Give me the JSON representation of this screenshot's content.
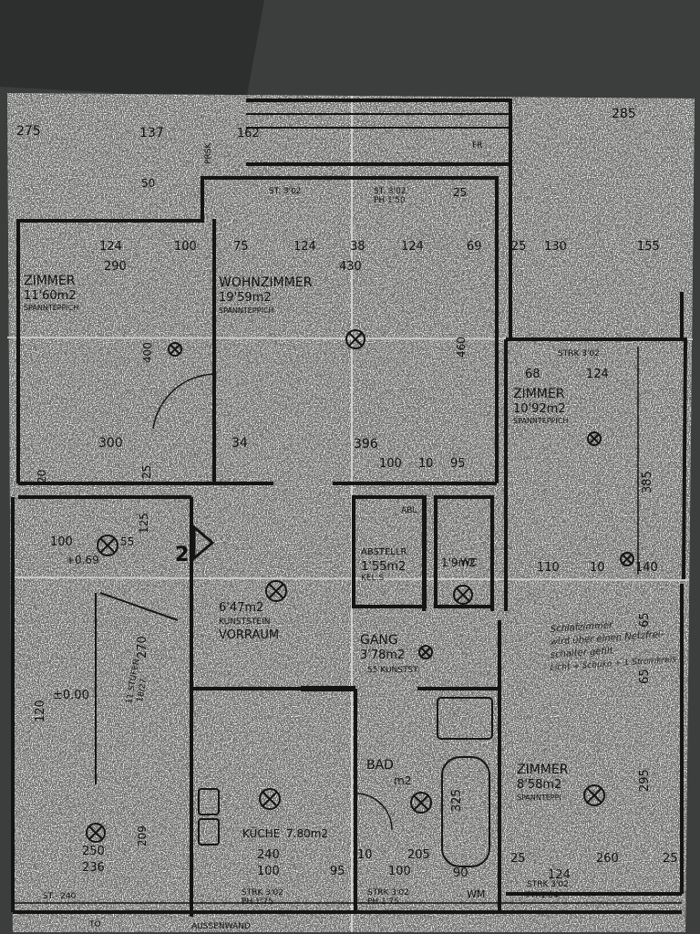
{
  "plan": {
    "rooms": [
      {
        "key": "zimmer_left",
        "name": "ZIMMER",
        "area": "11'60m2",
        "floor": "SPANNTEPPICH"
      },
      {
        "key": "wohnzimmer",
        "name": "WOHNZIMMER",
        "area": "19'59m2",
        "floor": "SPANNTEPPICH"
      },
      {
        "key": "zimmer_right",
        "name": "ZIMMER",
        "area": "10'92m2",
        "floor": "SPANNTEPPICH"
      },
      {
        "key": "abstell",
        "name": "ABSTELLR",
        "area": "1'55m2",
        "floor": "KEL.S"
      },
      {
        "key": "wc",
        "name": "WC",
        "area": "1'9m2",
        "floor": ""
      },
      {
        "key": "vorraum",
        "name": "VORRAUM",
        "area": "6'47m2",
        "floor": "KUNSTSTEIN"
      },
      {
        "key": "gang",
        "name": "GANG",
        "area": "3'78m2",
        "floor": "55 KUNSTST."
      },
      {
        "key": "kueche",
        "name": "KÜCHE",
        "area": "7.80m2",
        "floor": ""
      },
      {
        "key": "bad",
        "name": "BAD",
        "area": "m2",
        "floor": ""
      },
      {
        "key": "zimmer_br",
        "name": "ZIMMER",
        "area": "8'58m2",
        "floor": "SPANNTEPPI"
      }
    ],
    "dimensions": {
      "top": [
        "275",
        "137",
        "162",
        "285",
        "25",
        "50"
      ],
      "row1": [
        "124",
        "100",
        "75",
        "124",
        "38",
        "124",
        "69",
        "25",
        "130",
        "155",
        "290",
        "430"
      ],
      "mid": [
        "400",
        "300",
        "34",
        "396",
        "100",
        "10",
        "95",
        "460",
        "20",
        "25"
      ],
      "right": [
        "68",
        "124",
        "385",
        "110",
        "10",
        "140",
        "65",
        "65",
        "295"
      ],
      "lower": [
        "125",
        "100",
        "55",
        "270",
        "120",
        "250",
        "236",
        "209",
        "240",
        "100",
        "95",
        "10",
        "205",
        "100",
        "90",
        "25",
        "124",
        "260",
        "25",
        "325"
      ]
    },
    "annotations": {
      "window_top": [
        "ST. 3'02",
        "ST. 3'02",
        "PH 1'50"
      ],
      "window_bottom": [
        "STRK 3'02",
        "PH 1'75",
        "STRK 3'02",
        "PH 1'75",
        "STRK 3'02",
        "PH 1'64"
      ],
      "window_right": "STRK 3'02",
      "levels": [
        "+0.69",
        "±0.00"
      ],
      "stairs": [
        "11 STUFEN",
        "18/27"
      ],
      "st_bottom": "ST.- 240",
      "aussenwand": "AUSSENWAND",
      "to": "TÖ",
      "wm": "WM",
      "number_2": "2",
      "abl": "ABL",
      "fr": "FR",
      "prsk": "PRSK"
    },
    "handwritten": [
      "Schlafzimmer",
      "wird über einen Netzfrei-",
      "schalter gefilt",
      "Licht + Schuko + 1 Stromkreis"
    ]
  },
  "colors": {
    "table": "#3c3f3d",
    "paper": "#f4f4f2",
    "ink": "#151515"
  }
}
